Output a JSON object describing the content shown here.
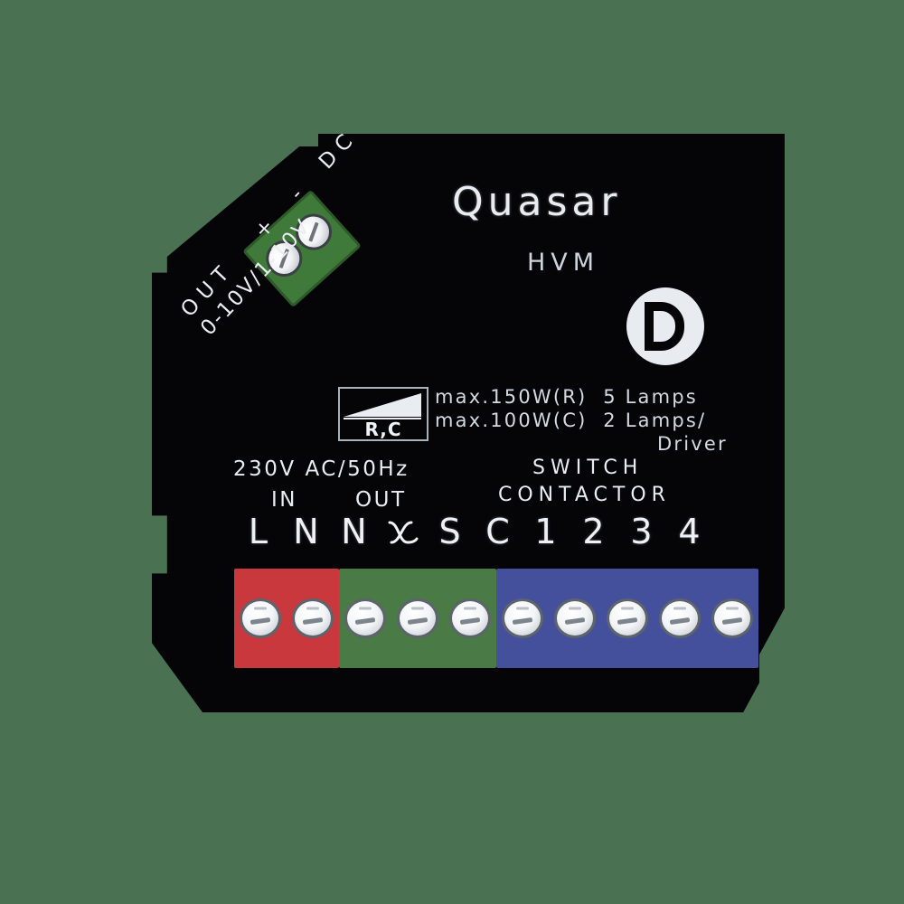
{
  "background_color": "#4a7151",
  "device": {
    "body_color": "#050507",
    "brand": "Quasar",
    "model": "HVM",
    "logo_name": "d-logo"
  },
  "dimming_icon": {
    "label": "R,C",
    "name": "rc-dimming-icon"
  },
  "specs": {
    "line1": "max.150W(R)",
    "line1_right": "5 Lamps",
    "line2": "max.100W(C)",
    "line2_right": "2 Lamps/",
    "line3": "Driver"
  },
  "mains": {
    "rating": "230V AC/50Hz",
    "in_label": "IN",
    "out_label": "OUT"
  },
  "switch_section": {
    "line1": "SWITCH",
    "line2": "CONTACTOR"
  },
  "dc_output": {
    "line1": "OUT   +  -  DC",
    "line2": "0-10V/1-10V"
  },
  "terminal_labels": [
    "L",
    "N",
    "N",
    "╳",
    "S",
    "C",
    "1",
    "2",
    "3",
    "4"
  ],
  "terminal_blocks": [
    {
      "name": "mains-in-block",
      "color": "#c9383c",
      "screws": 2
    },
    {
      "name": "mains-out-block",
      "color": "#4a7a46",
      "screws": 3
    },
    {
      "name": "switch-contactor-block",
      "color": "#44509c",
      "screws": 5
    }
  ],
  "green_connector": {
    "name": "dc-output-connector",
    "color": "#3f7a3a",
    "screws": 2
  }
}
